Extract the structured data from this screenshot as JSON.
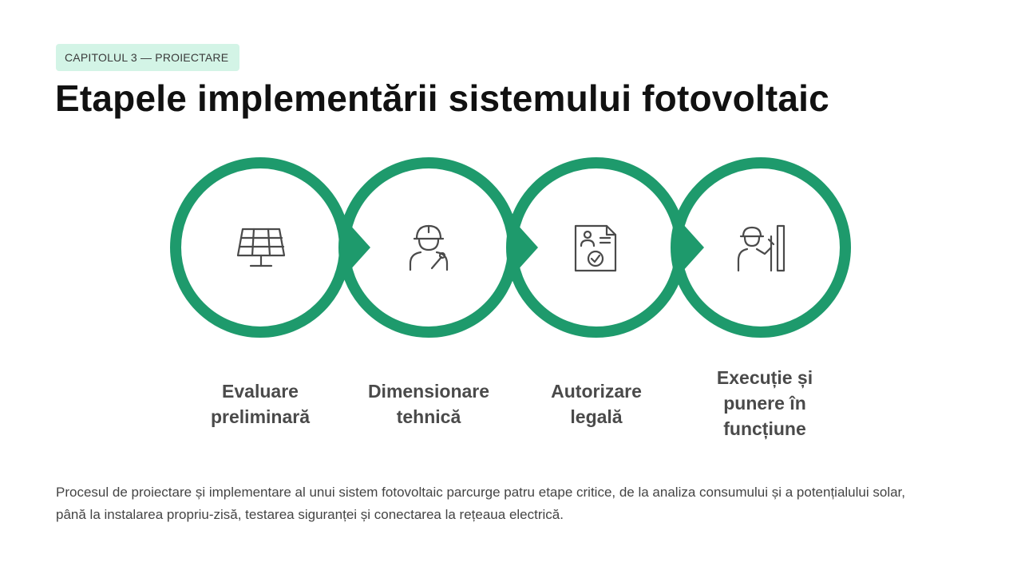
{
  "header": {
    "chapter": "CAPITOLUL 3 — PROIECTARE",
    "title": "Etapele implementării sistemului fotovoltaic"
  },
  "colors": {
    "ring": "#1e9a6c",
    "icon": "#4a4a4a",
    "badge_bg": "#d3f4e6"
  },
  "steps": [
    {
      "label": "Evaluare preliminară",
      "icon": "solar-panel-icon"
    },
    {
      "label": "Dimensionare tehnică",
      "icon": "engineer-wrench-icon"
    },
    {
      "label": "Autorizare legală",
      "icon": "document-approved-icon"
    },
    {
      "label": "Execuție și punere în funcțiune",
      "icon": "worker-installation-icon"
    }
  ],
  "description": "Procesul de proiectare și implementare al unui sistem fotovoltaic parcurge patru etape critice, de la analiza consumului și a potențialului solar, până la instalarea propriu-zisă, testarea siguranței și conectarea la rețeaua electrică."
}
